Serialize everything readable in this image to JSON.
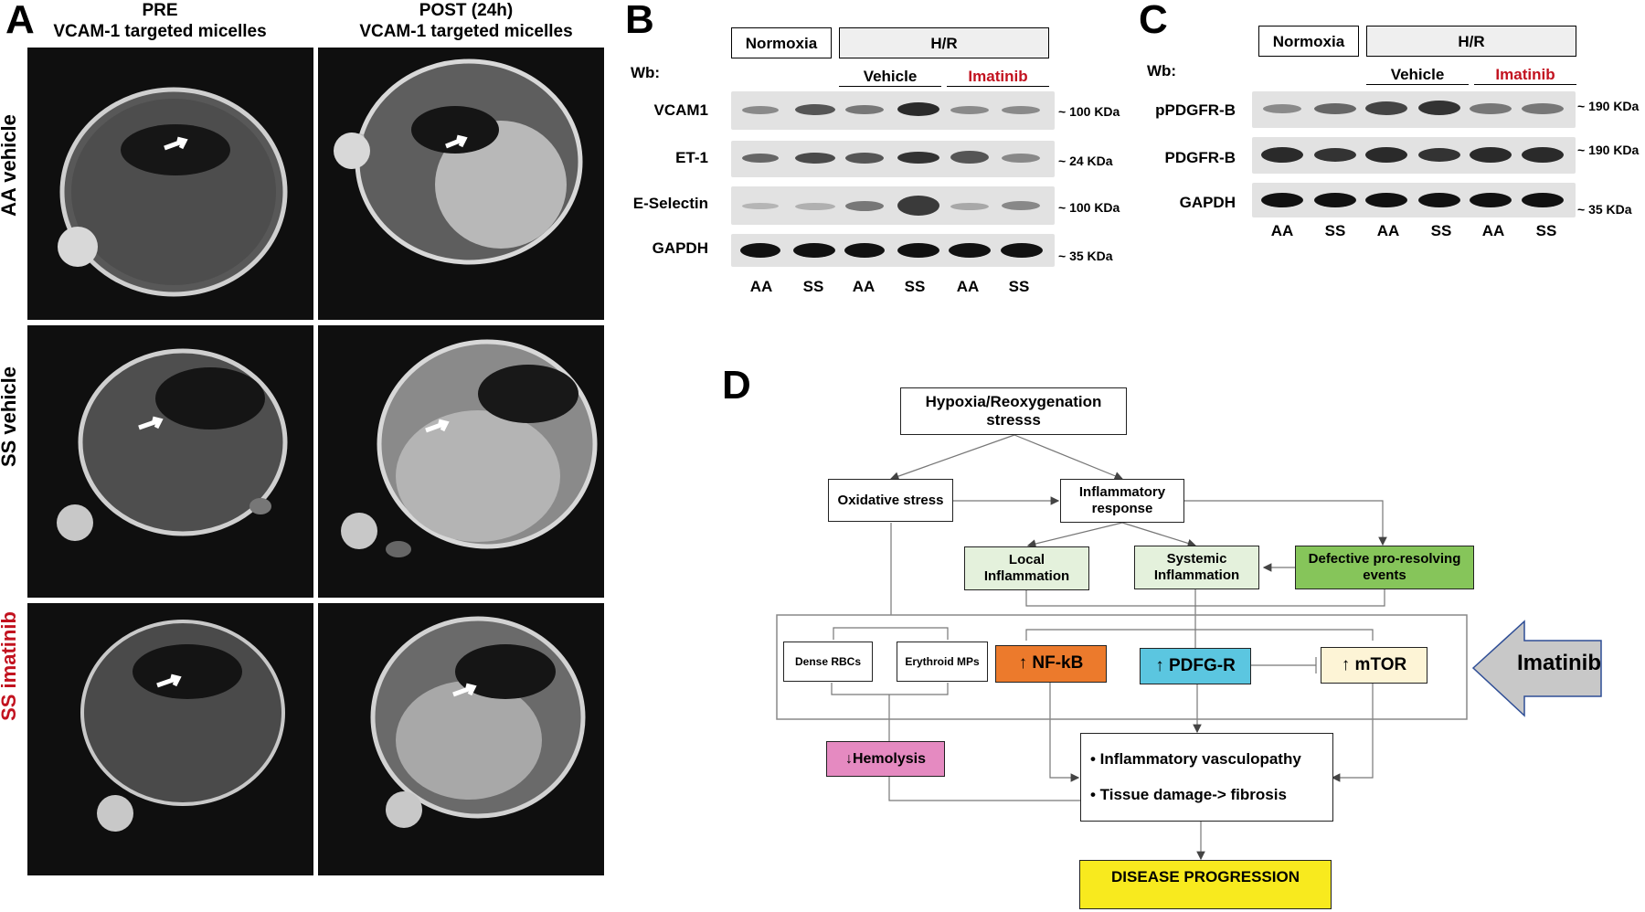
{
  "panels": {
    "a": {
      "letter": "A",
      "col_headers": [
        {
          "line1": "PRE",
          "line2": "VCAM-1 targeted micelles"
        },
        {
          "line1": "POST (24h)",
          "line2": "VCAM-1 targeted micelles"
        }
      ],
      "row_labels": [
        {
          "text": "AA vehicle",
          "color": "#000000"
        },
        {
          "text": "SS vehicle",
          "color": "#000000"
        },
        {
          "text": "SS imatinib",
          "color": "#c2121f"
        }
      ]
    },
    "b": {
      "letter": "B",
      "wb": "Wb:",
      "normoxia": "Normoxia",
      "hr": "H/R",
      "vehicle": "Vehicle",
      "imatinib": "Imatinib",
      "rows": [
        {
          "label": "VCAM1",
          "kda": "~ 100 KDa"
        },
        {
          "label": "ET-1",
          "kda": "~ 24 KDa"
        },
        {
          "label": "E-Selectin",
          "kda": "~ 100 KDa"
        },
        {
          "label": "GAPDH",
          "kda": "~ 35 KDa"
        }
      ],
      "lanes": [
        "AA",
        "SS",
        "AA",
        "SS",
        "AA",
        "SS"
      ]
    },
    "c": {
      "letter": "C",
      "wb": "Wb:",
      "normoxia": "Normoxia",
      "hr": "H/R",
      "vehicle": "Vehicle",
      "imatinib": "Imatinib",
      "rows": [
        {
          "label": "pPDGFR-B",
          "kda": "~ 190 KDa"
        },
        {
          "label": "PDGFR-B",
          "kda": "~ 190 KDa"
        },
        {
          "label": "GAPDH",
          "kda": "~ 35 KDa"
        }
      ],
      "lanes": [
        "AA",
        "SS",
        "AA",
        "SS",
        "AA",
        "SS"
      ]
    },
    "d": {
      "letter": "D",
      "nodes": {
        "hr_stress": "Hypoxia/Reoxygenation stresss",
        "oxidative": "Oxidative stress",
        "inflammatory": "Inflammatory response",
        "local": "Local Inflammation",
        "systemic": "Systemic Inflammation",
        "defective": "Defective pro-resolving events",
        "dense": "Dense RBCs",
        "erythroid": "Erythroid MPs",
        "nfkb": "↑ NF-kB",
        "pdfgr": "↑ PDFG-R",
        "mtor": "↑ mTOR",
        "hemolysis": "↓Hemolysis",
        "outcome1": "•  Inflammatory vasculopathy",
        "outcome2": "•  Tissue damage-> fibrosis",
        "progression": "DISEASE PROGRESSION",
        "imatinib": "Imatinib"
      },
      "colors": {
        "local_fill": "#e4f1dc",
        "defective_fill": "#86c55a",
        "nfkb_fill": "#ec7a2c",
        "pdfgr_fill": "#5bc6e0",
        "mtor_fill": "#fdf4d6",
        "hemolysis_fill": "#e58ac1",
        "progression_fill": "#f8ea1e",
        "arrow_fill": "#c8c8c8",
        "arrow_stroke": "#2f4e96"
      }
    }
  }
}
